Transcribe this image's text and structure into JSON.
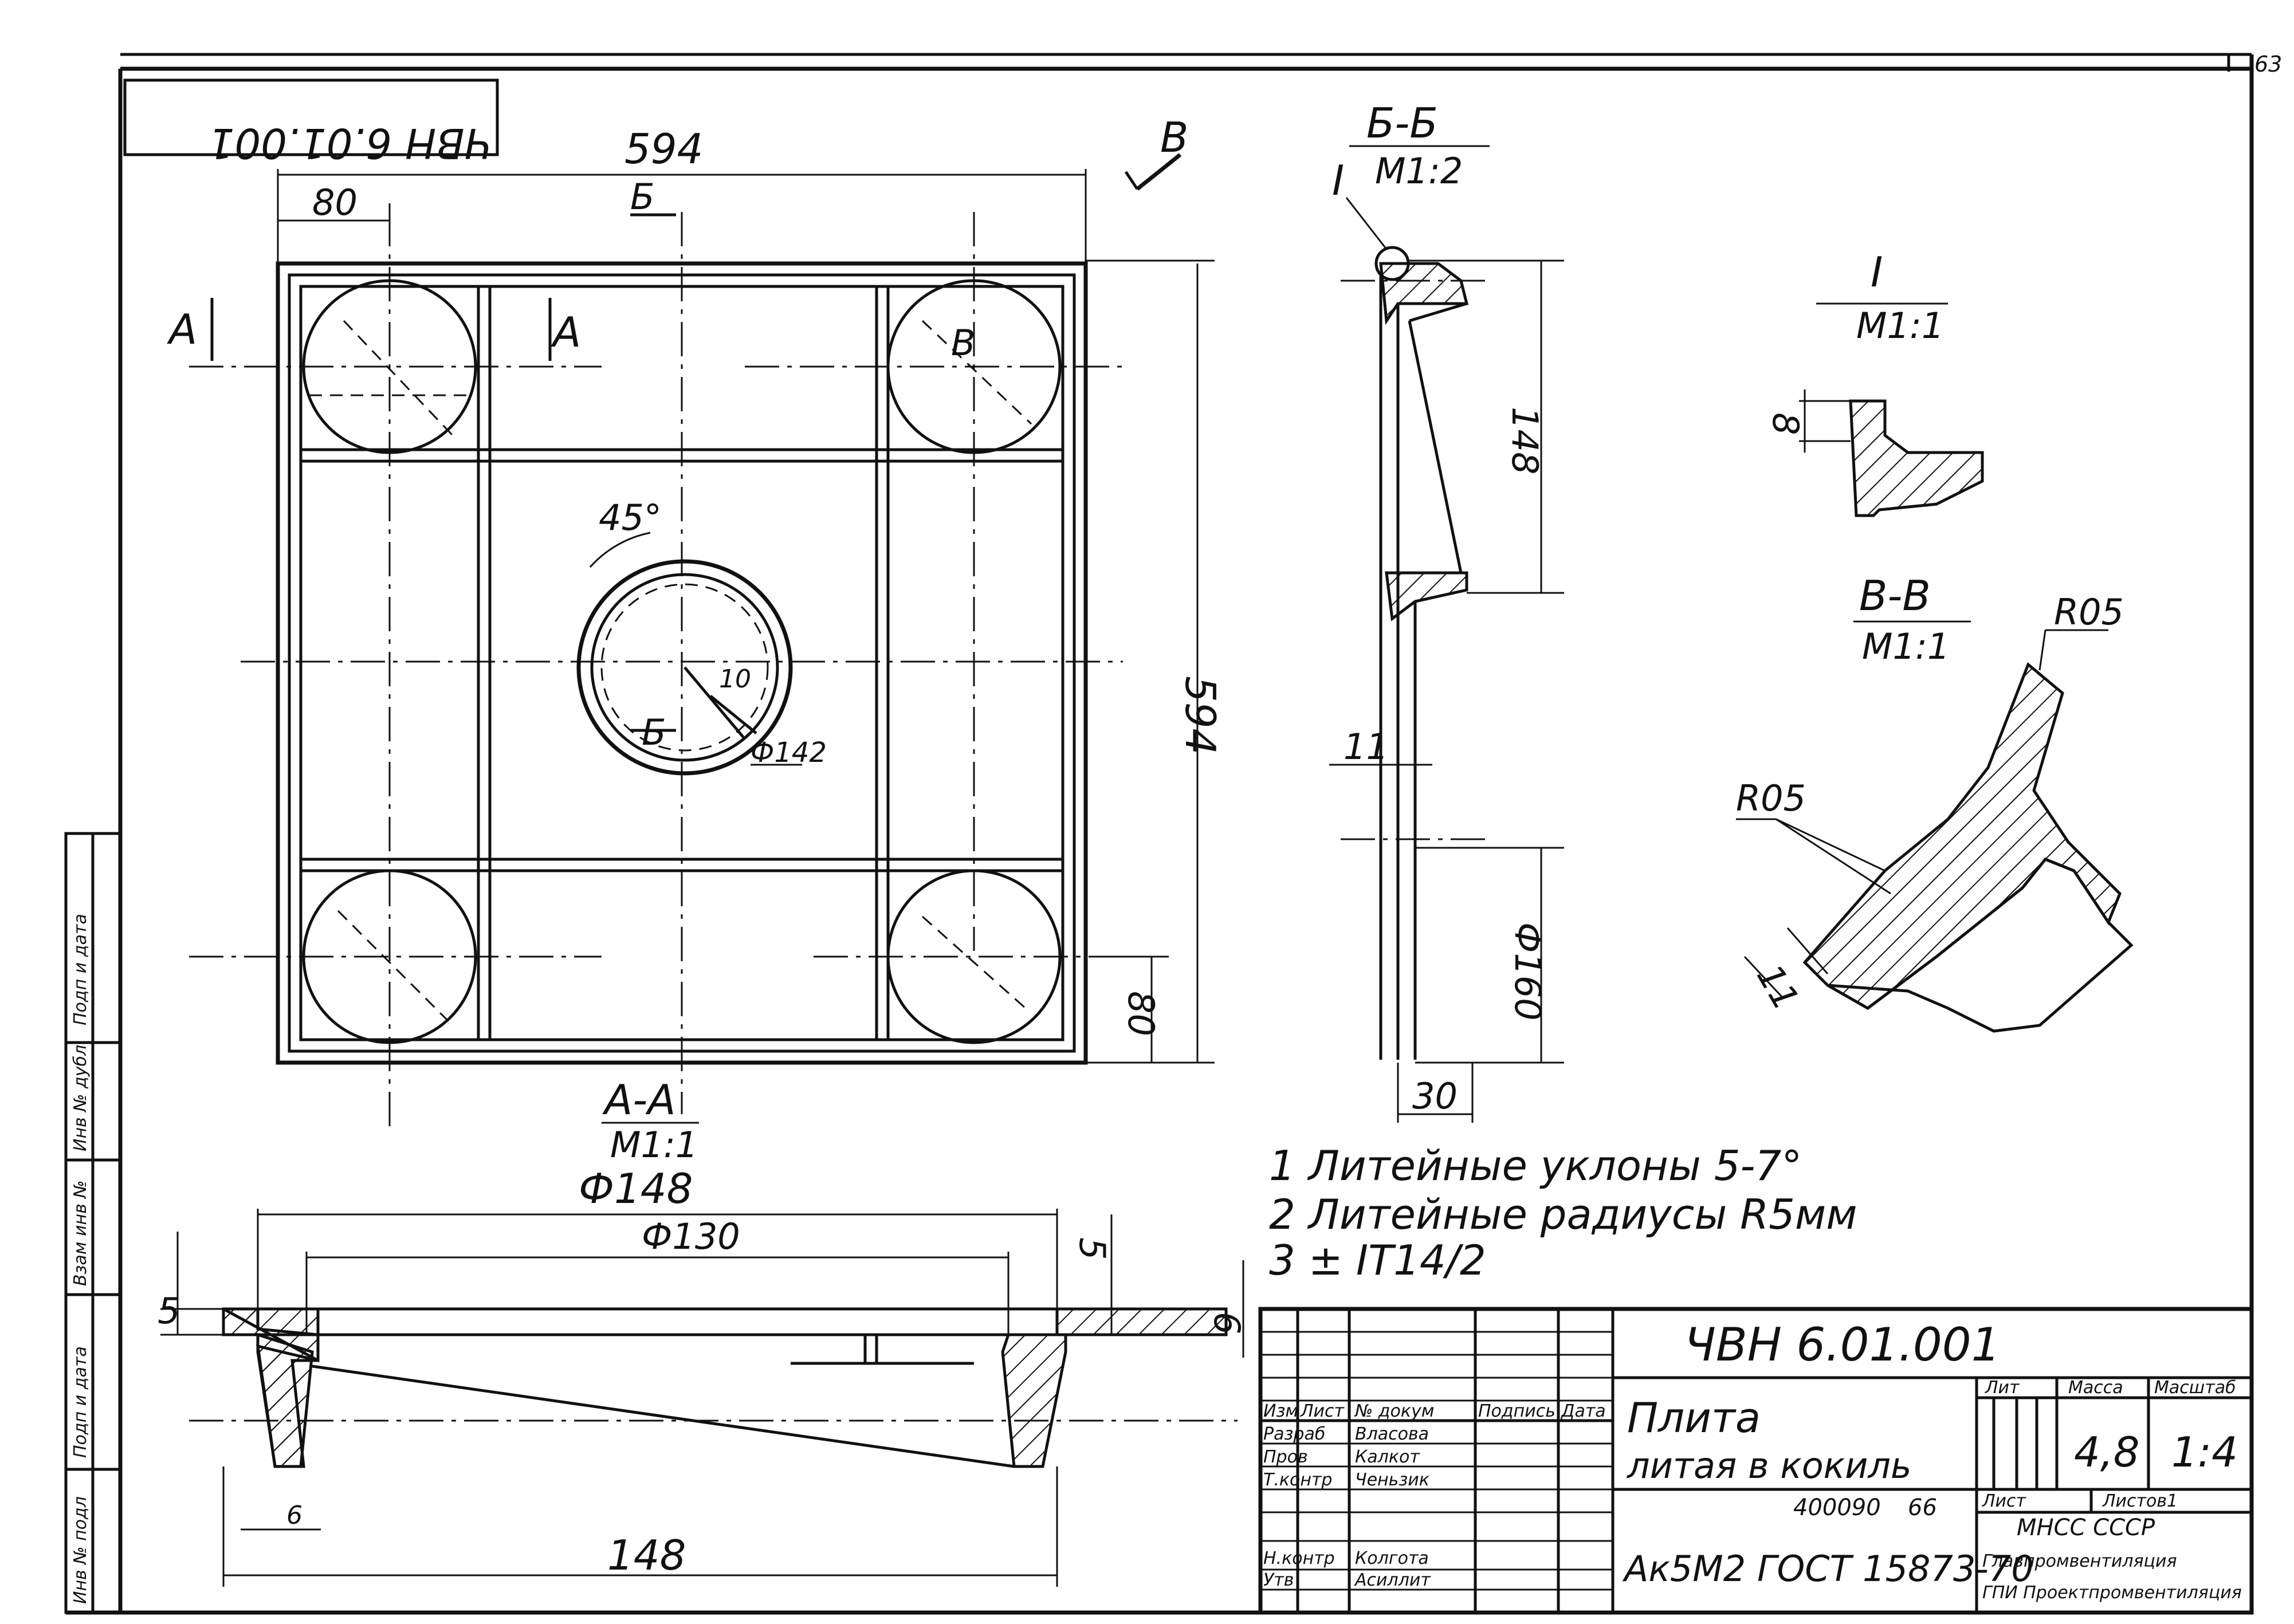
{
  "drawing": {
    "designation_top": "ЧВН 6.01.001",
    "sheet_corner_number": "63"
  },
  "plan_view": {
    "dim_overall_width": "594",
    "dim_overall_height": "594",
    "dim_offset_x": "80",
    "dim_offset_y": "80",
    "section_mark_A_left": "А",
    "section_mark_A_right": "А",
    "section_mark_B_top": "Б",
    "section_mark_B_bottom": "Б",
    "view_mark_V": "В",
    "view_mark_V_inner": "В",
    "angle_label": "45°",
    "dim_rib": "10",
    "dim_hole_diameter": "Ф142"
  },
  "section_BB": {
    "title": "Б-Б",
    "scale": "M1:2",
    "detail_mark": "I",
    "dim_148": "148",
    "dim_594": "594",
    "dim_11": "11",
    "dim_phi160": "Ф160",
    "dim_30": "30"
  },
  "detail_I": {
    "title": "I",
    "scale": "M1:1",
    "dim_8": "8"
  },
  "section_VV": {
    "title": "В-В",
    "scale": "M1:1",
    "radius_top": "R05",
    "radius_left": "R05",
    "dim_11": "11"
  },
  "section_AA": {
    "title": "А-А",
    "scale": "M1:1",
    "dim_phi148": "Ф148",
    "dim_phi130": "Ф130",
    "dim_5_left": "5",
    "dim_5_right": "5",
    "dim_6_right": "6",
    "dim_6_bottom": "6",
    "dim_148": "148"
  },
  "notes": [
    "1 Литейные уклоны 5-7°",
    "2 Литейные радиусы R5мм",
    "3 ± IT14/2"
  ],
  "title_block": {
    "designation": "ЧВН 6.01.001",
    "name_line1": "Плита",
    "name_line2": "литая в кокиль",
    "material": "Ак5М2 ГОСТ 15873-70",
    "doc_number": "400090",
    "doc_suffix": "66",
    "col_lit": "Лит",
    "col_mass": "Масса",
    "col_scale": "Масштаб",
    "mass_value": "4,8",
    "scale_value": "1:4",
    "sheet_label": "Лист",
    "sheets_label": "Листов1",
    "org_line1": "МНСС СССР",
    "org_line2": "Главпромвентиляция",
    "org_line3": "ГПИ Проектпромвентиляция",
    "head_izm": "Изм",
    "head_list": "Лист",
    "head_doc": "№ докум",
    "head_sign": "Подпись",
    "head_date": "Дата",
    "rows": [
      {
        "role": "Разраб",
        "name": "Власова"
      },
      {
        "role": "Пров",
        "name": "Калкот"
      },
      {
        "role": "Т.контр",
        "name": "Ченьзик"
      },
      {
        "role": "",
        "name": ""
      },
      {
        "role": "Н.контр",
        "name": "Колгота"
      },
      {
        "role": "Утв",
        "name": "Асиллит"
      }
    ]
  },
  "side_stamp": [
    "Инв № подл",
    "Подп и дата",
    "Взам инв №",
    "Инв № дубл",
    "Подп и дата"
  ]
}
